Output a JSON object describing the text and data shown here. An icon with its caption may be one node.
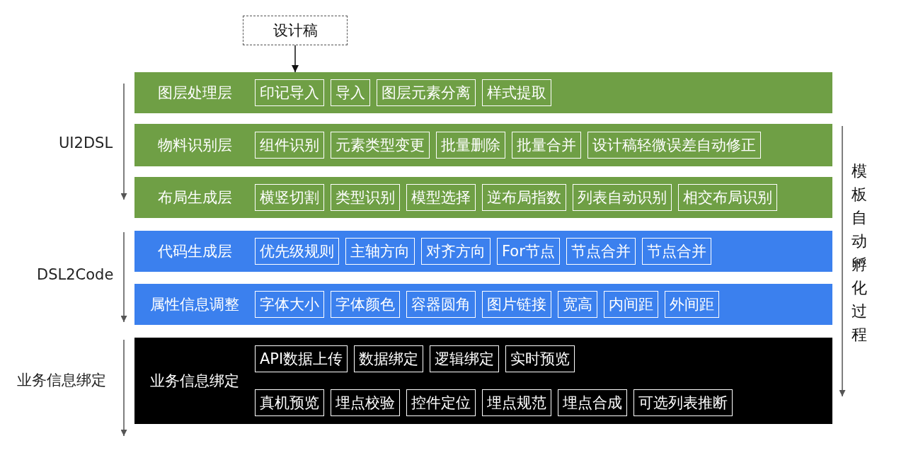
{
  "diagram": {
    "nodes": [
      {
        "text": [
          "设计稿"
        ]
      },
      {
        "text": [
          "图层处理层"
        ]
      },
      {
        "text": [
          "印记导入"
        ],
        "in": 1
      },
      {
        "text": [
          "导入"
        ],
        "in": 1
      },
      {
        "text": [
          "图层元素分离"
        ],
        "in": 1
      },
      {
        "text": [
          "样式提取"
        ],
        "in": 1
      },
      {
        "text": [
          "物料识别层"
        ]
      },
      {
        "text": [
          "组件识别"
        ],
        "in": 6
      },
      {
        "text": [
          "元素类型变更"
        ],
        "in": 6
      },
      {
        "text": [
          "批量删除"
        ],
        "in": 6
      },
      {
        "text": [
          "批量合并"
        ],
        "in": 6
      },
      {
        "text": [
          "设计稿轻微误差自动修正"
        ],
        "in": 6
      },
      {
        "text": [
          "布局生成层"
        ]
      },
      {
        "text": [
          "横竖切割"
        ],
        "in": 12
      },
      {
        "text": [
          "类型识别"
        ],
        "in": 12
      },
      {
        "text": [
          "模型选择"
        ],
        "in": 12
      },
      {
        "text": [
          "逆布局指数"
        ],
        "in": 12
      },
      {
        "text": [
          "列表自动识别"
        ],
        "in": 12
      },
      {
        "text": [
          "相交布局识别"
        ],
        "in": 12
      },
      {
        "text": [
          "代码生成层"
        ]
      },
      {
        "text": [
          "优先级规则"
        ],
        "in": 19
      },
      {
        "text": [
          "主轴方向"
        ],
        "in": 19
      },
      {
        "text": [
          "对齐方向"
        ],
        "in": 19
      },
      {
        "text": [
          "For节点"
        ],
        "in": 19
      },
      {
        "text": [
          "节点合并"
        ],
        "in": 19
      },
      {
        "text": [
          "节点合并"
        ],
        "in": 19
      },
      {
        "text": [
          "属性信息调整"
        ]
      },
      {
        "text": [
          "字体大小"
        ],
        "in": 26
      },
      {
        "text": [
          "字体颜色"
        ],
        "in": 26
      },
      {
        "text": [
          "容器圆角"
        ],
        "in": 26
      },
      {
        "text": [
          "图片链接"
        ],
        "in": 26
      },
      {
        "text": [
          "宽高"
        ],
        "in": 26
      },
      {
        "text": [
          "内间距"
        ],
        "in": 26
      },
      {
        "text": [
          "外间距"
        ],
        "in": 26
      },
      {
        "text": [
          "业务信息绑定"
        ]
      },
      {
        "text": [
          "API数据上传"
        ],
        "in": 34
      },
      {
        "text": [
          "数据绑定"
        ],
        "in": 34
      },
      {
        "text": [
          "逻辑绑定"
        ],
        "in": 34
      },
      {
        "text": [
          "实时预览"
        ],
        "in": 34
      },
      {
        "text": [
          "真机预览"
        ],
        "in": 34
      },
      {
        "text": [
          "埋点校验"
        ],
        "in": 34
      },
      {
        "text": [
          "控件定位"
        ],
        "in": 34
      },
      {
        "text": [
          "埋点规范"
        ],
        "in": 34
      },
      {
        "text": [
          "埋点合成"
        ],
        "in": 34
      },
      {
        "text": [
          "可选列表推断"
        ],
        "in": 34
      }
    ],
    "edges": [
      {
        "from": 0,
        "to": 1,
        "arrow": "to"
      }
    ],
    "labels": [
      "UI2DSL",
      "DSL2Code",
      "业务信息绑定",
      "模板自动孵化过程"
    ]
  }
}
